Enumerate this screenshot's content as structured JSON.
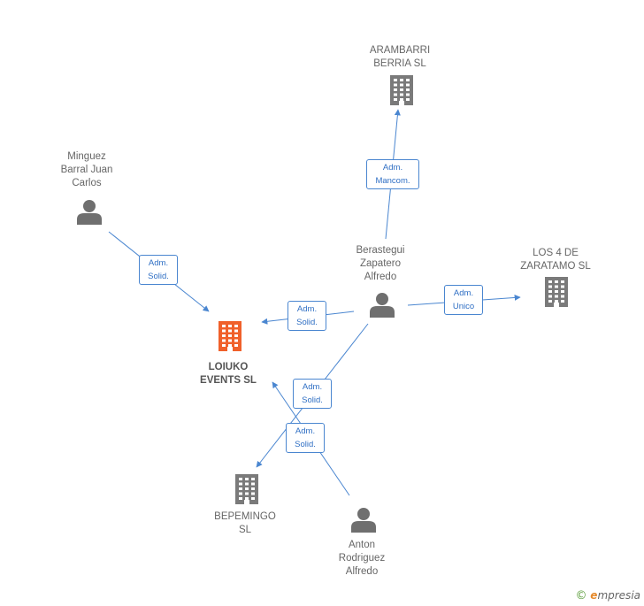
{
  "colors": {
    "edge": "#4a86d0",
    "company_icon": "#7a7a7a",
    "main_company_icon": "#f0602a",
    "person_icon": "#6f6f6f"
  },
  "nodes": [
    {
      "id": "loiuko",
      "type": "company",
      "main": true,
      "label": "LOIUKO\nEVENTS  SL",
      "icon": "building-icon"
    },
    {
      "id": "arambarri",
      "type": "company",
      "label": "ARAMBARRI\nBERRIA  SL",
      "icon": "building-icon"
    },
    {
      "id": "los4",
      "type": "company",
      "label": "LOS 4 DE\nZARATAMO  SL",
      "icon": "building-icon"
    },
    {
      "id": "bepemingo",
      "type": "company",
      "label": "BEPEMINGO\nSL",
      "icon": "building-icon"
    },
    {
      "id": "minguez",
      "type": "person",
      "label": "Minguez\nBarral Juan\nCarlos",
      "icon": "person-icon"
    },
    {
      "id": "berastegui",
      "type": "person",
      "label": "Berastegui\nZapatero\nAlfredo",
      "icon": "person-icon"
    },
    {
      "id": "anton",
      "type": "person",
      "label": "Anton\nRodriguez\nAlfredo",
      "icon": "person-icon"
    }
  ],
  "edges": [
    {
      "from": "minguez",
      "to": "loiuko",
      "label": "Adm.\nSolid."
    },
    {
      "from": "berastegui",
      "to": "loiuko",
      "label": "Adm.\nSolid."
    },
    {
      "from": "berastegui",
      "to": "arambarri",
      "label": "Adm.\nMancom."
    },
    {
      "from": "berastegui",
      "to": "los4",
      "label": "Adm.\nUnico"
    },
    {
      "from": "berastegui",
      "to": "bepemingo",
      "label": "Adm.\nSolid."
    },
    {
      "from": "anton",
      "to": "loiuko",
      "label": "Adm.\nSolid."
    }
  ],
  "brand": {
    "copyright": "©",
    "initial": "e",
    "name": "mpresia"
  }
}
